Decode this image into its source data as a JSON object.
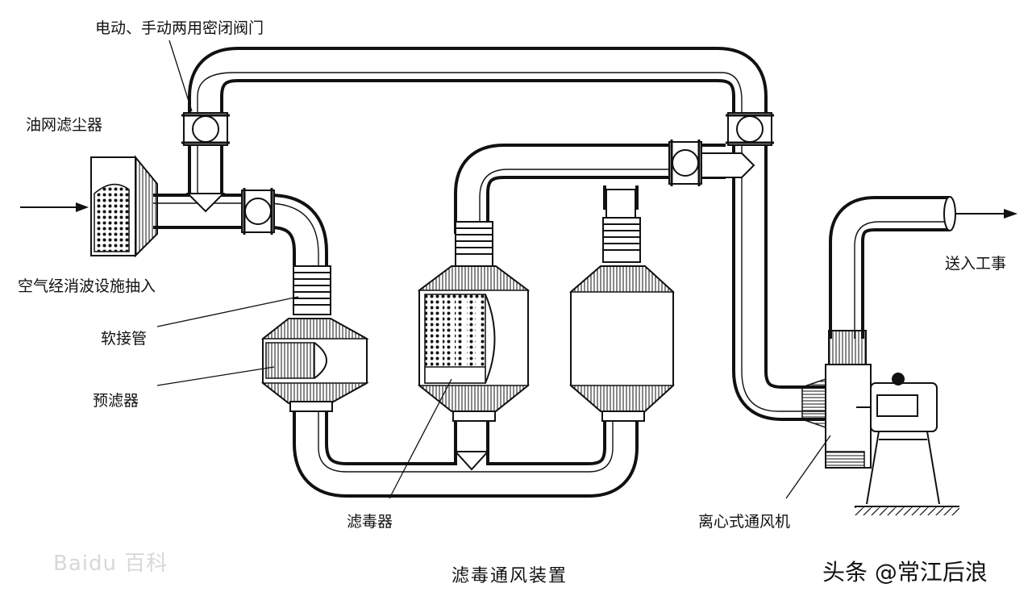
{
  "diagram": {
    "labels": {
      "valve": "电动、手动两用密闭阀门",
      "oil_filter": "油网滤尘器",
      "air_inlet": "空气经消波设施抽入",
      "soft_joint": "软接管",
      "prefilter": "预滤器",
      "toxin_filter": "滤毒器",
      "fan": "离心式通风机",
      "outlet": "送入工事"
    },
    "caption": "滤毒通风装置",
    "faded_watermark": "Baidu 百科",
    "watermark": "头条 @常江后浪"
  },
  "colors": {
    "line": "#111111",
    "background": "#ffffff"
  }
}
